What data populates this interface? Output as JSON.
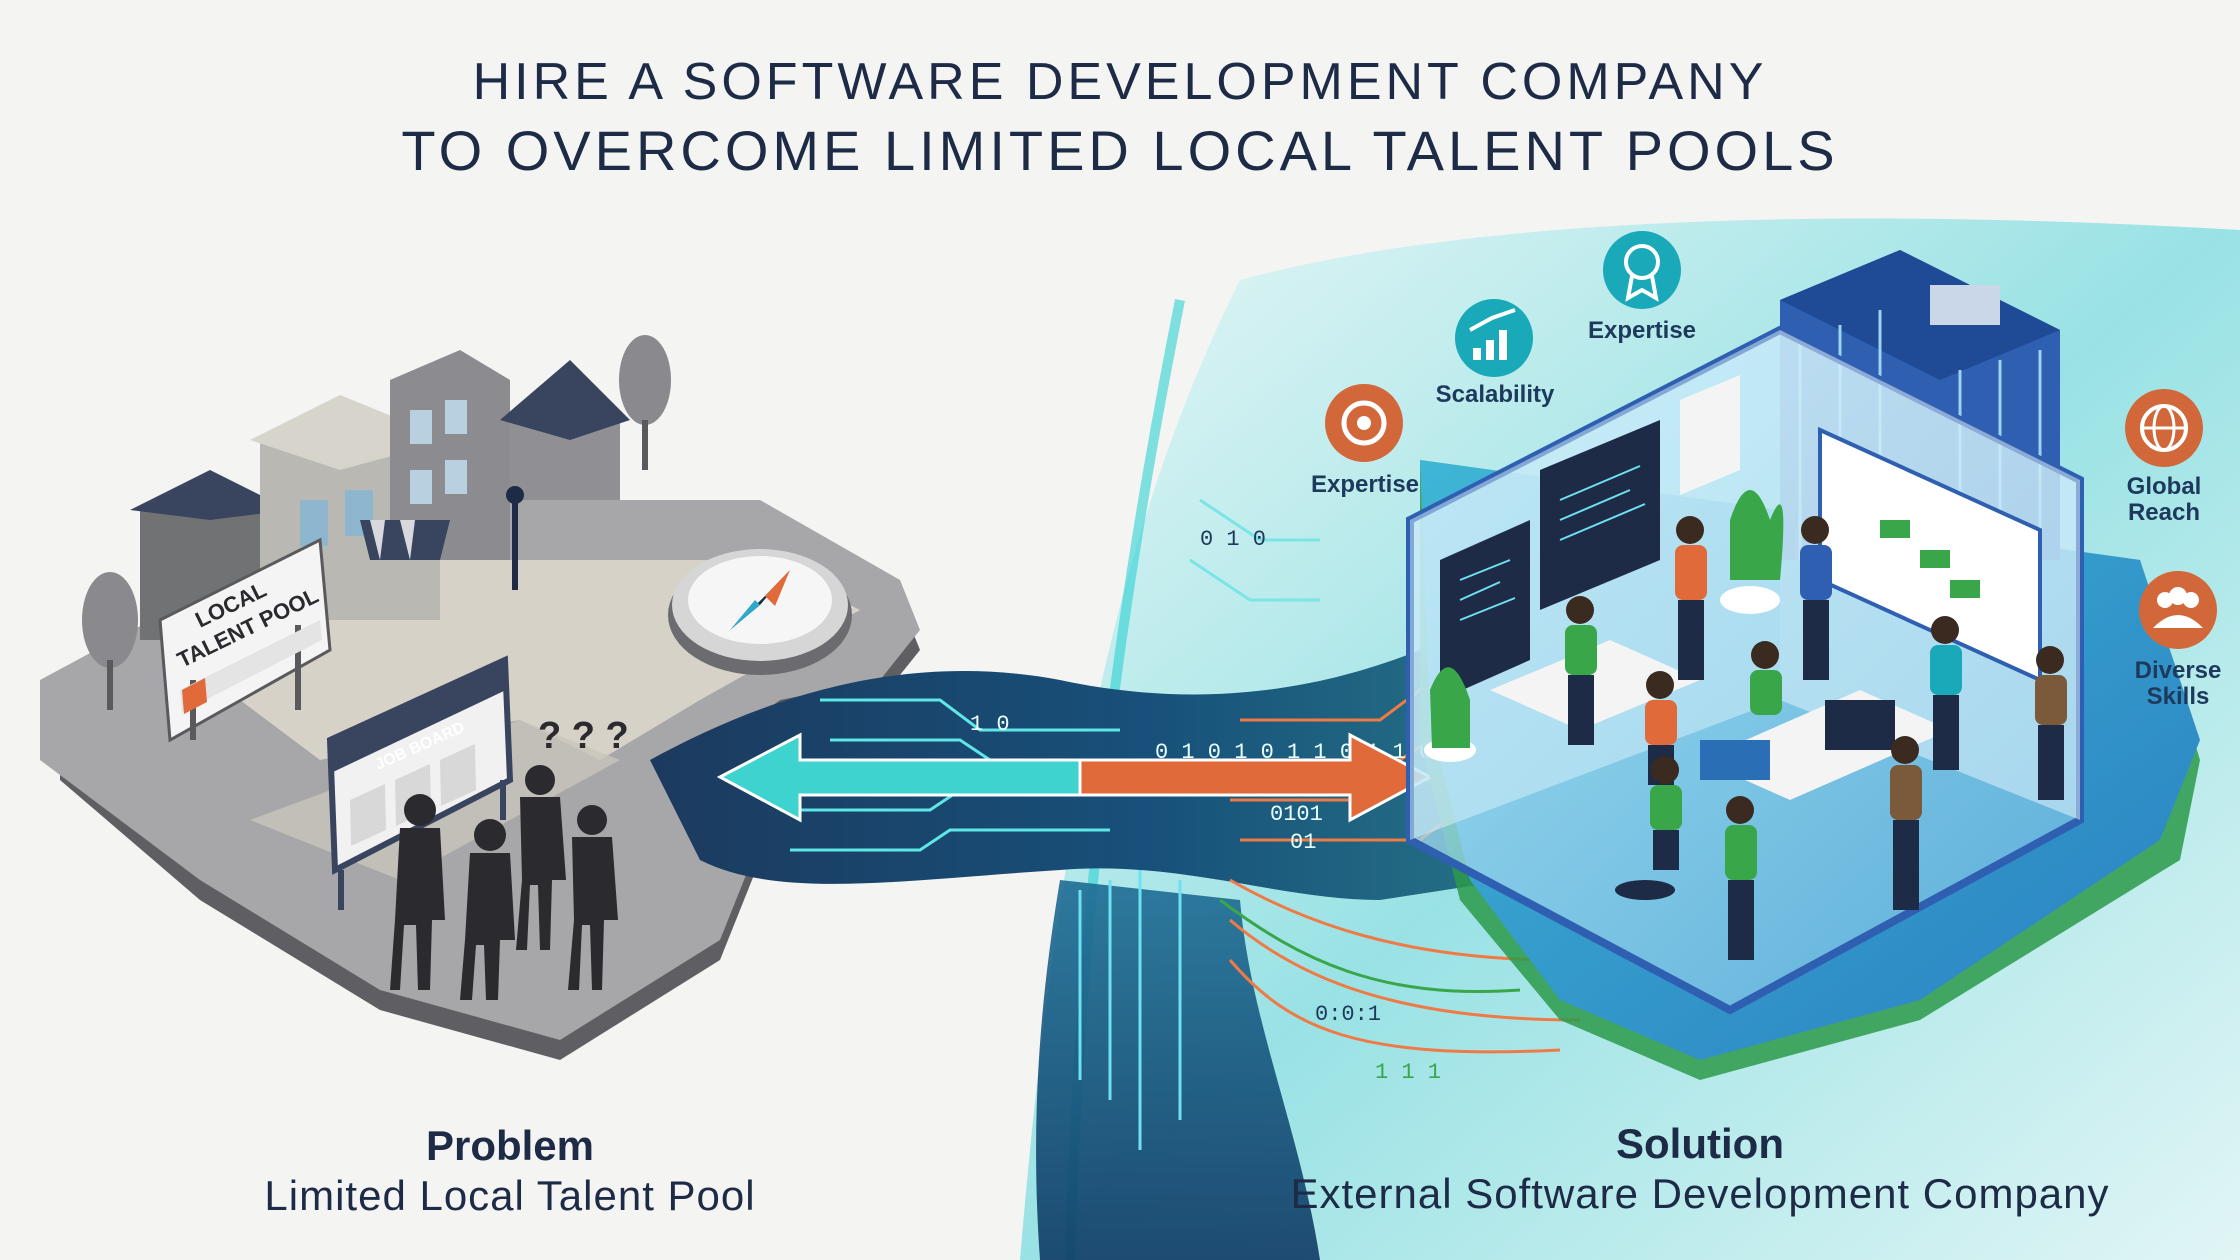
{
  "title": {
    "line1": "HIRE A SOFTWARE DEVELOPMENT COMPANY",
    "line2": "TO OVERCOME LIMITED LOCAL TALENT POOLS"
  },
  "problem": {
    "heading": "Problem",
    "subtitle": "Limited Local Talent Pool",
    "sign_text_1": "LOCAL",
    "sign_text_2": "TALENT POOL",
    "job_board_label": "JOB BOARD",
    "question_marks": "? ? ?"
  },
  "solution": {
    "heading": "Solution",
    "subtitle": "External Software Development Company",
    "badges": [
      {
        "label": "Expertise",
        "icon": "gear-icon",
        "color": "#d2683a"
      },
      {
        "label": "Scalability",
        "icon": "growth-chart-icon",
        "color": "#1aa9b8"
      },
      {
        "label": "Expertise",
        "icon": "award-ribbon-icon",
        "color": "#1aa9b8"
      },
      {
        "label": "Global Reach",
        "icon": "globe-icon",
        "color": "#d2683a"
      },
      {
        "label": "Diverse Skills",
        "icon": "team-icon",
        "color": "#d2683a"
      }
    ]
  },
  "binary": {
    "b1": "1 0",
    "b2": "0 1 0",
    "b3": "0 1 0 1 0 1 1 0 1 1 0",
    "b4": "0101",
    "b5": "01",
    "b6": "0:0:1",
    "b7": "1 1 1"
  },
  "colors": {
    "teal": "#2fc7c9",
    "orange": "#e06a3a",
    "navy": "#1d2b46",
    "green": "#3aa64a"
  }
}
